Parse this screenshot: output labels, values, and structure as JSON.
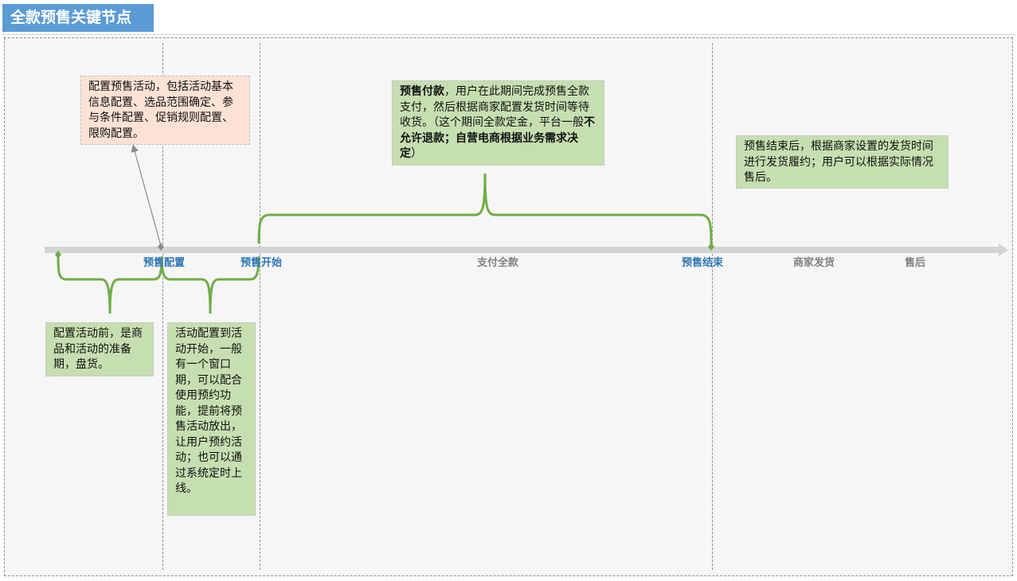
{
  "title": "全款预售关键节点",
  "timeline": {
    "labels": [
      {
        "id": "config",
        "text": "预售配置",
        "color": "#2e75b6"
      },
      {
        "id": "start",
        "text": "预售开始",
        "color": "#2e75b6"
      },
      {
        "id": "pay",
        "text": "支付全款",
        "color": "#808080"
      },
      {
        "id": "end",
        "text": "预售结束",
        "color": "#2e75b6"
      },
      {
        "id": "ship",
        "text": "商家发货",
        "color": "#808080"
      },
      {
        "id": "after",
        "text": "售后",
        "color": "#808080"
      }
    ]
  },
  "notes": {
    "config_note": "配置预售活动，包括活动基本信息配置、选品范围确定、参与条件配置、促销规则配置、限购配置。",
    "payment": {
      "bold1": "预售付款",
      "text1": "，用户在此期间完成预售全款支付，然后根据商家配置发货时间等待收货。（这个期间全款定金，平台一般",
      "bold2": "不允许退款；自营电商根据业务需求决定",
      "text2": "）"
    },
    "after_end": "预售结束后，根据商家设置的发货时间进行发货履约；用户可以根据实际情况售后。",
    "before_config": "配置活动前，是商品和活动的准备期，盘货。",
    "window": "活动配置到活动开始，一般有一个窗口期，可以配合使用预约功能，提前将预售活动放出，让用户预约活动；也可以通过系统定时上线。"
  },
  "colors": {
    "title_bg": "#5a9bd5",
    "brace": "#70ad47",
    "note_green": "#c6dfb1",
    "note_peach": "#fbe2d4",
    "timeline": "#d3d3d3"
  }
}
